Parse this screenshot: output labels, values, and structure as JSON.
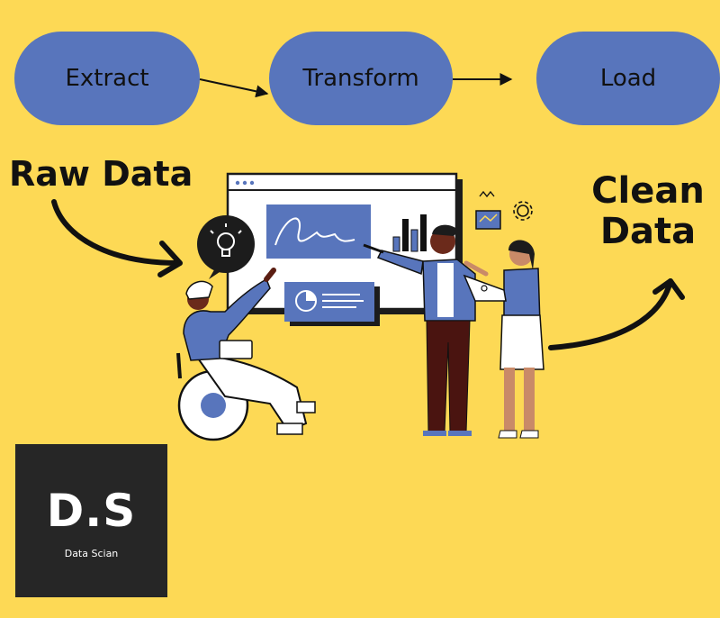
{
  "flow": {
    "steps": [
      "Extract",
      "Transform",
      "Load"
    ]
  },
  "labels": {
    "input": "Raw Data",
    "output_line1": "Clean",
    "output_line2": "Data"
  },
  "logo": {
    "mark": "D.S",
    "name": "Data Scian"
  },
  "colors": {
    "background": "#fdd955",
    "pill": "#5875bc",
    "logo_bg": "#262626"
  },
  "icons": [
    "lightbulb-icon",
    "pie-chart-icon",
    "gear-icon",
    "bar-chart-icon"
  ]
}
